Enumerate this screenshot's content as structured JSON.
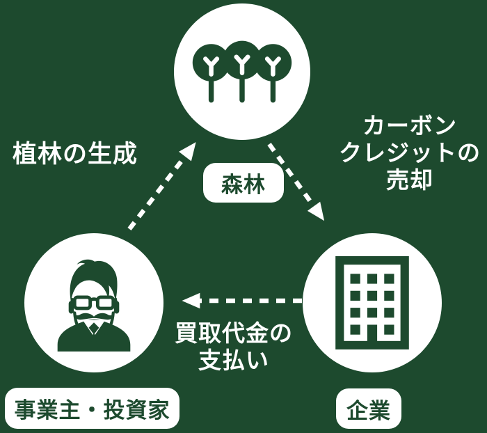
{
  "title": "carbon-credit-cycle-diagram",
  "colors": {
    "background": "#1d4a2e",
    "icon_green": "#1d4a2e",
    "node_fill": "#ffffff",
    "edge_text": "#ffffff",
    "label_text": "#1d4a2e"
  },
  "nodes": {
    "forest": {
      "label": "森林",
      "icon": "trees-icon"
    },
    "investor": {
      "label": "事業主・投資家",
      "icon": "person-icon"
    },
    "company": {
      "label": "企業",
      "icon": "building-icon"
    }
  },
  "edges": {
    "planting": {
      "from": "investor",
      "to": "forest",
      "lines": [
        "植林の生成"
      ]
    },
    "credit_sale": {
      "from": "forest",
      "to": "company",
      "lines": [
        "カーボン",
        "クレジットの",
        "売却"
      ]
    },
    "payment": {
      "from": "company",
      "to": "investor",
      "lines": [
        "買取代金の",
        "支払い"
      ]
    }
  }
}
